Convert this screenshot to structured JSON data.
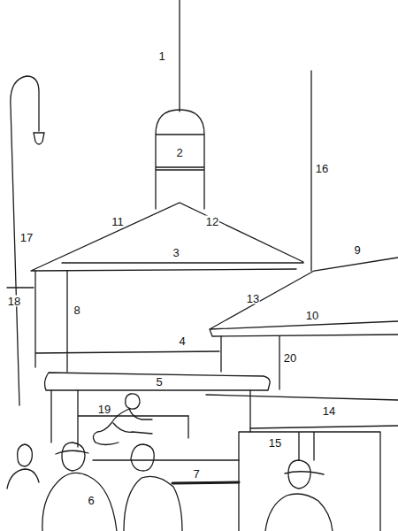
{
  "diagram": {
    "labels": [
      "1",
      "2",
      "11",
      "12",
      "16",
      "3",
      "9",
      "17",
      "18",
      "8",
      "13",
      "10",
      "4",
      "20",
      "5",
      "14",
      "19",
      "15",
      "7",
      "6"
    ]
  }
}
